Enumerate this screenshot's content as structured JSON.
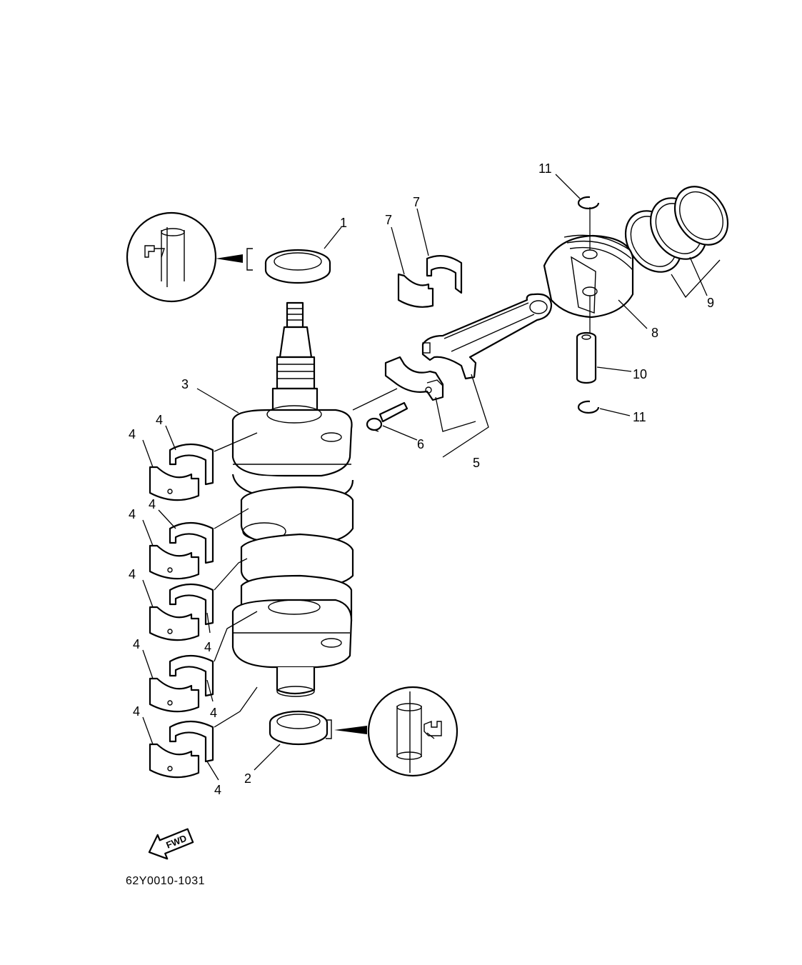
{
  "diagram_code": "62Y0010-1031",
  "fwd_label": "FWD",
  "callouts": {
    "oil_seal_top": "1",
    "oil_seal_bottom": "2",
    "crankshaft": "3",
    "main_bearing": "4",
    "connecting_rod": "5",
    "rod_bolt": "6",
    "rod_bearing": "7",
    "piston": "8",
    "piston_ring_set": "9",
    "piston_pin": "10",
    "circlip": "11"
  },
  "icons": {
    "oil_seal_install_top": "grease-apply-icon",
    "oil_seal_install_bottom": "grease-apply-icon",
    "direction": "forward-arrow-icon"
  }
}
